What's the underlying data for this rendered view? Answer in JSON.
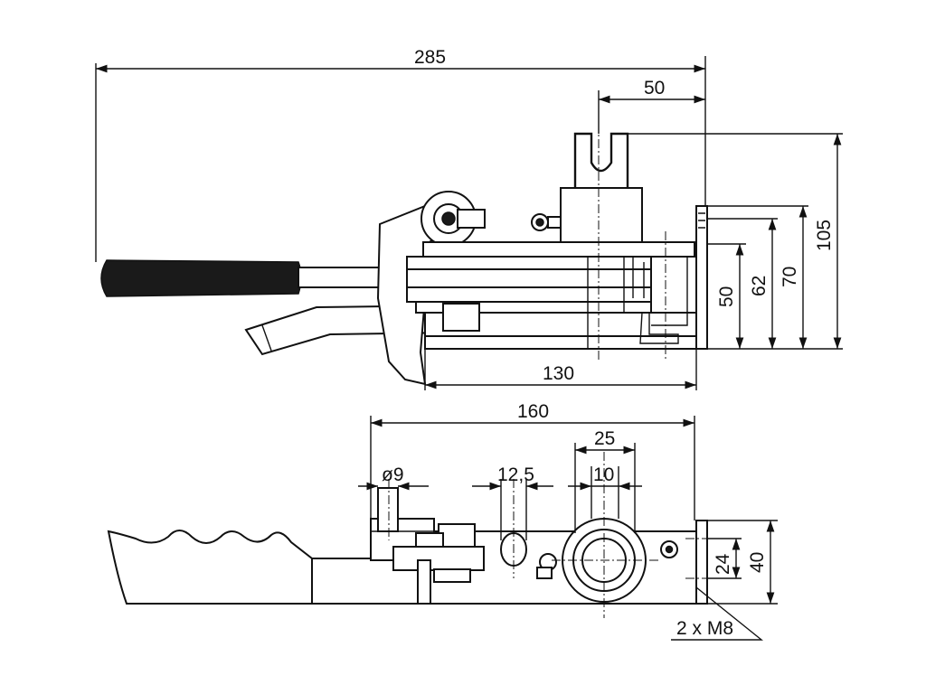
{
  "drawing": {
    "dimensions": {
      "overall_length": "285",
      "jaw_offset": "50",
      "base_length": "130",
      "height_105": "105",
      "height_70": "70",
      "height_62": "62",
      "height_50": "50",
      "plan_length": "160",
      "jaw_width": "25",
      "slot_width": "10",
      "hole_diameter": "ø9",
      "pin_diameter": "12,5",
      "plan_height_40": "40",
      "plan_height_24": "24",
      "thread_note": "2 x M8"
    }
  }
}
